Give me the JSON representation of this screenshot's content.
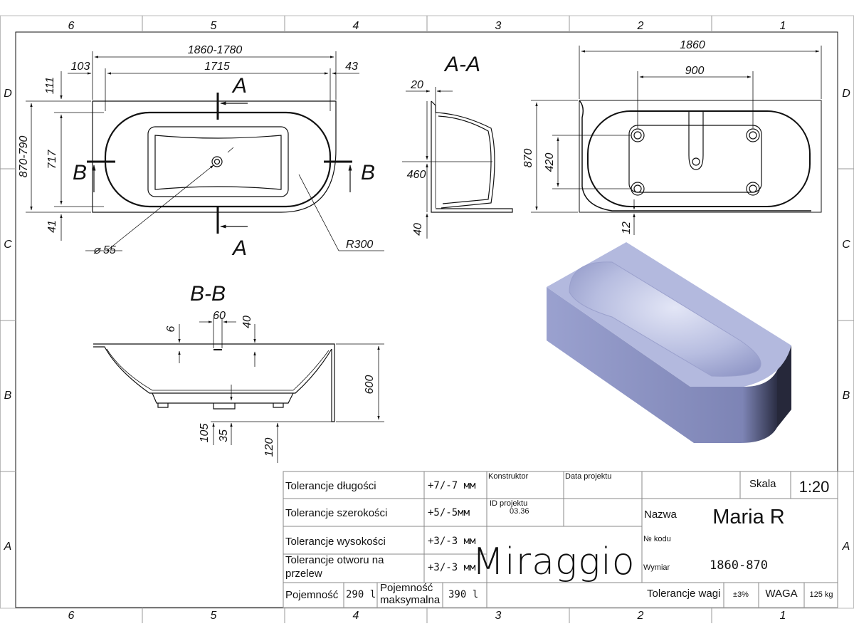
{
  "grid": {
    "columns": [
      "6",
      "5",
      "4",
      "3",
      "2",
      "1"
    ],
    "rows": [
      "D",
      "C",
      "B",
      "A"
    ]
  },
  "top_view": {
    "dims": {
      "overall_length": "1860-1780",
      "inner_length": "1715",
      "left_offset": "103",
      "right_offset": "43",
      "top_rim": "111",
      "inner_width": "717",
      "bottom_rim": "41",
      "overall_width": "870-790",
      "drain_diameter": "55",
      "radius": "R300"
    },
    "section_marks": {
      "a": "A",
      "b": "B"
    }
  },
  "section_aa": {
    "title": "A-A",
    "dims": {
      "rim": "20",
      "depth": "460",
      "foot": "40"
    }
  },
  "right_view": {
    "dims": {
      "length": "1860",
      "feet_spacing_x": "900",
      "width": "870",
      "feet_spacing_y": "420",
      "gap": "12"
    }
  },
  "section_bb": {
    "title": "B-B",
    "dims": {
      "width_60": "60",
      "d6": "6",
      "d40": "40",
      "height": "600",
      "d105": "105",
      "d35": "35",
      "d120": "120"
    }
  },
  "title_block": {
    "tolerances": [
      {
        "label": "Tolerancje długości",
        "value": "+7/-7 мм"
      },
      {
        "label": "Tolerancje szerokości",
        "value": "+5/-5мм"
      },
      {
        "label": "Tolerancje wysokości",
        "value": "+3/-3 мм"
      },
      {
        "label_line1": "Tolerancje otworu na",
        "label_line2": "przelew",
        "value": "+3/-3 мм"
      }
    ],
    "capacity_label": "Pojemność",
    "capacity_value": "290 l",
    "max_capacity_label_line1": "Pojemność",
    "max_capacity_label_line2": "maksymalna",
    "max_capacity_value": "390 l",
    "konstruktor_label": "Konstruktor",
    "data_projektu_label": "Data projektu",
    "id_projektu_label": "ID projektu",
    "id_projektu_value": "03.36",
    "brand": "Miraggio",
    "skala_label": "Skala",
    "skala_value": "1:20",
    "nazwa_label": "Nazwa",
    "nazwa_value": "Maria R",
    "kod_label": "№ kodu",
    "wymiar_label": "Wymiar",
    "wymiar_value": "1860-870",
    "weight_tol_label": "Tolerancje wagi",
    "weight_tol_value": "±3%",
    "waga_label": "WAGA",
    "waga_value": "125 kg"
  },
  "colors": {
    "line": "#111111",
    "tub_top": "#aab0d8",
    "tub_side": "#8e95c4",
    "tub_shadow": "#2a2d40",
    "tub_inner": "#c4c9e6"
  }
}
